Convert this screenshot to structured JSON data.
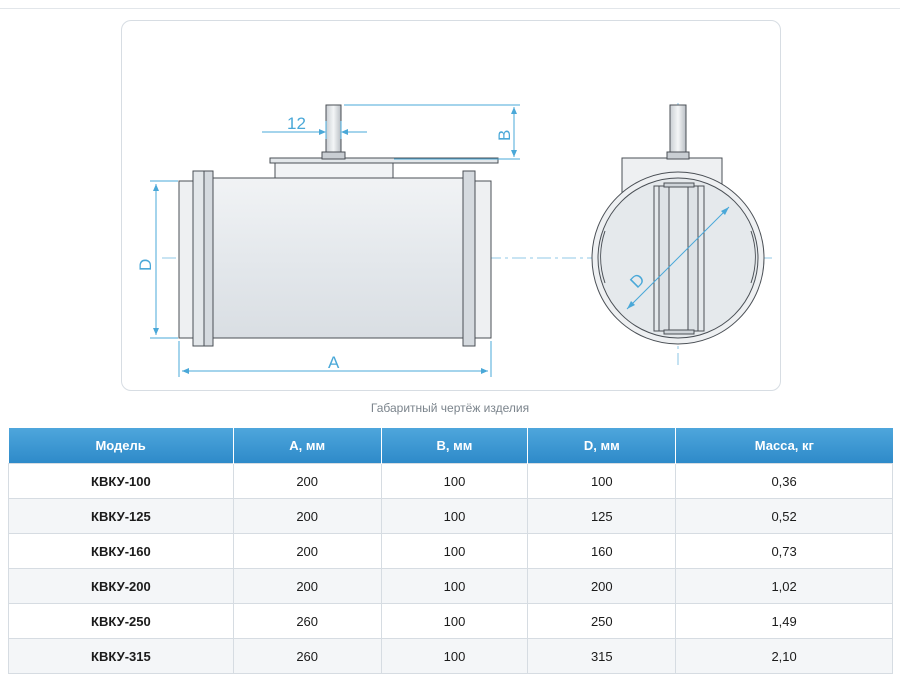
{
  "drawing": {
    "labels": {
      "dim_12": "12",
      "dim_B": "B",
      "dim_D_side": "D",
      "dim_A": "A",
      "dim_D_front": "D"
    },
    "colors": {
      "dimension": "#4aa8d8",
      "outline": "#4a4f55",
      "body_fill": "#e9ecef",
      "accent": "#2e8ac9"
    }
  },
  "caption": "Габаритный чертёж изделия",
  "table": {
    "headers": [
      "Модель",
      "A, мм",
      "B, мм",
      "D, мм",
      "Масса, кг"
    ],
    "rows": [
      [
        "КВКУ-100",
        "200",
        "100",
        "100",
        "0,36"
      ],
      [
        "КВКУ-125",
        "200",
        "100",
        "125",
        "0,52"
      ],
      [
        "КВКУ-160",
        "200",
        "100",
        "160",
        "0,73"
      ],
      [
        "КВКУ-200",
        "200",
        "100",
        "200",
        "1,02"
      ],
      [
        "КВКУ-250",
        "260",
        "100",
        "250",
        "1,49"
      ],
      [
        "КВКУ-315",
        "260",
        "100",
        "315",
        "2,10"
      ]
    ]
  }
}
